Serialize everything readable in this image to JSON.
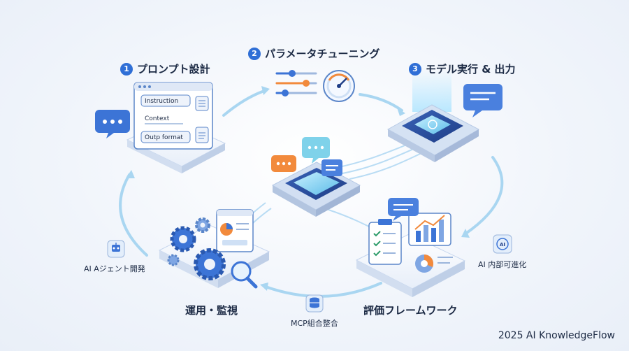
{
  "steps": [
    {
      "num": "1",
      "title": "プロンプト設計"
    },
    {
      "num": "2",
      "title": "パラメータチューニング"
    },
    {
      "num": "3",
      "title": "モデル実行 & 出力"
    }
  ],
  "prompt_card": {
    "fields": [
      "Instruction",
      "Context",
      "Outp format"
    ]
  },
  "labels": {
    "operations": "運用・監視",
    "evaluation": "評価フレームワーク",
    "agent": "AI Aジェント開発",
    "mcp": "MCP組合整合",
    "internal": "AI 内部可進化"
  },
  "footer": "2025 AI KnowledgeFlow"
}
